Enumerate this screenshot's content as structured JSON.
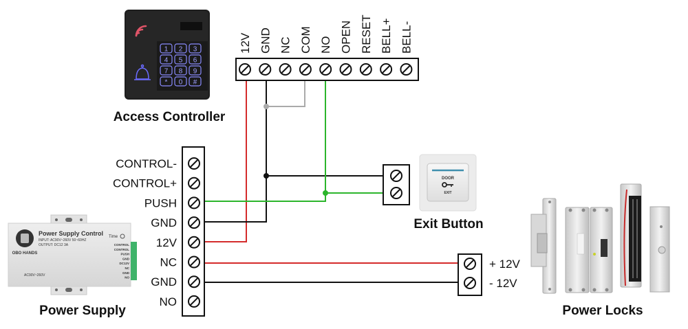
{
  "diagram": {
    "access_controller": {
      "title": "Access Controller",
      "keypad_keys": [
        "1",
        "2",
        "3",
        "4",
        "5",
        "6",
        "7",
        "8",
        "9",
        "*",
        "0",
        "#"
      ],
      "terminals": [
        "12V",
        "GND",
        "NC",
        "COM",
        "NO",
        "OPEN",
        "RESET",
        "BELL+",
        "BELL-"
      ]
    },
    "power_supply": {
      "title": "Power Supply",
      "device_label": "Power Supply Control",
      "device_input": "INPUT: AC90V~260V 50~60HZ",
      "device_output": "OUTPUT: DC12 3A",
      "device_brand": "OBO HANDS",
      "device_time": "Time",
      "device_ac": "AC90V~260V",
      "device_terminals": [
        "CONTROL",
        "CONTROL",
        "PUSH",
        "GND",
        "DC12V",
        "NC",
        "GND",
        "NO"
      ],
      "terminals": [
        "CONTROL-",
        "CONTROL+",
        "PUSH",
        "GND",
        "12V",
        "NC",
        "GND",
        "NO"
      ]
    },
    "exit_button": {
      "title": "Exit Button",
      "face_top": "DOOR",
      "face_bottom": "EXIT"
    },
    "power_locks": {
      "title": "Power Locks",
      "terminals": [
        "+ 12V",
        "- 12V"
      ]
    },
    "wire_colors": {
      "red": "#d42a2a",
      "black": "#111111",
      "green": "#2bb52b",
      "gray": "#aaaaaa"
    },
    "connections": [
      {
        "from": "controller.12V",
        "to": "power_supply.12V",
        "color": "red"
      },
      {
        "from": "controller.GND",
        "to": "power_supply.GND",
        "color": "black"
      },
      {
        "from": "controller.COM",
        "to": "controller.GND",
        "color": "gray"
      },
      {
        "from": "controller.NO",
        "to": "power_supply.PUSH",
        "color": "green"
      },
      {
        "from": "controller.GND",
        "to": "exit_button.terminal_1",
        "color": "black"
      },
      {
        "from": "controller.NO",
        "to": "exit_button.terminal_2",
        "color": "green"
      },
      {
        "from": "power_supply.NC",
        "to": "power_locks.+12V",
        "color": "red"
      },
      {
        "from": "power_supply.GND",
        "to": "power_locks.-12V",
        "color": "black"
      }
    ]
  }
}
